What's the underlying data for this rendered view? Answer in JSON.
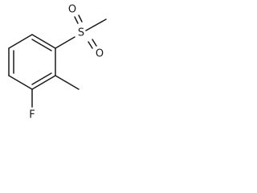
{
  "molecule": {
    "atoms": {
      "oxygen_top": "O",
      "sulfur": "S",
      "oxygen_bottom": "O",
      "fluorine": "F"
    }
  }
}
